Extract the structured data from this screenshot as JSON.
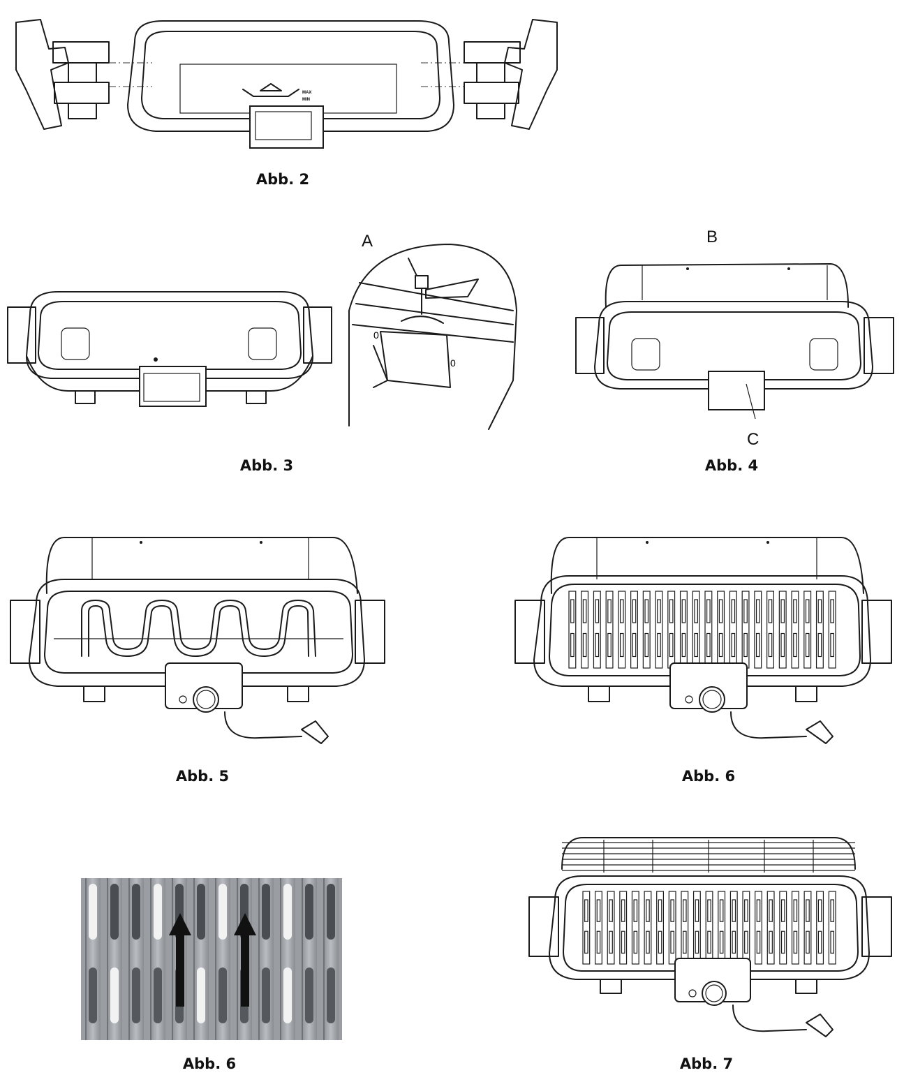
{
  "figures": [
    {
      "id": "fig2",
      "caption": "Abb. 2",
      "imprint": [
        "MAX",
        "MIN"
      ]
    },
    {
      "id": "fig3",
      "caption": "Abb. 3"
    },
    {
      "id": "fig4",
      "caption": "Abb. 4",
      "callouts": [
        "B",
        "C"
      ]
    },
    {
      "id": "fig-detail",
      "callouts": [
        "A"
      ]
    },
    {
      "id": "fig5",
      "caption": "Abb. 5"
    },
    {
      "id": "fig6",
      "caption": "Abb. 6"
    },
    {
      "id": "fig6b",
      "caption": "Abb. 6"
    },
    {
      "id": "fig7",
      "caption": "Abb. 7"
    }
  ]
}
